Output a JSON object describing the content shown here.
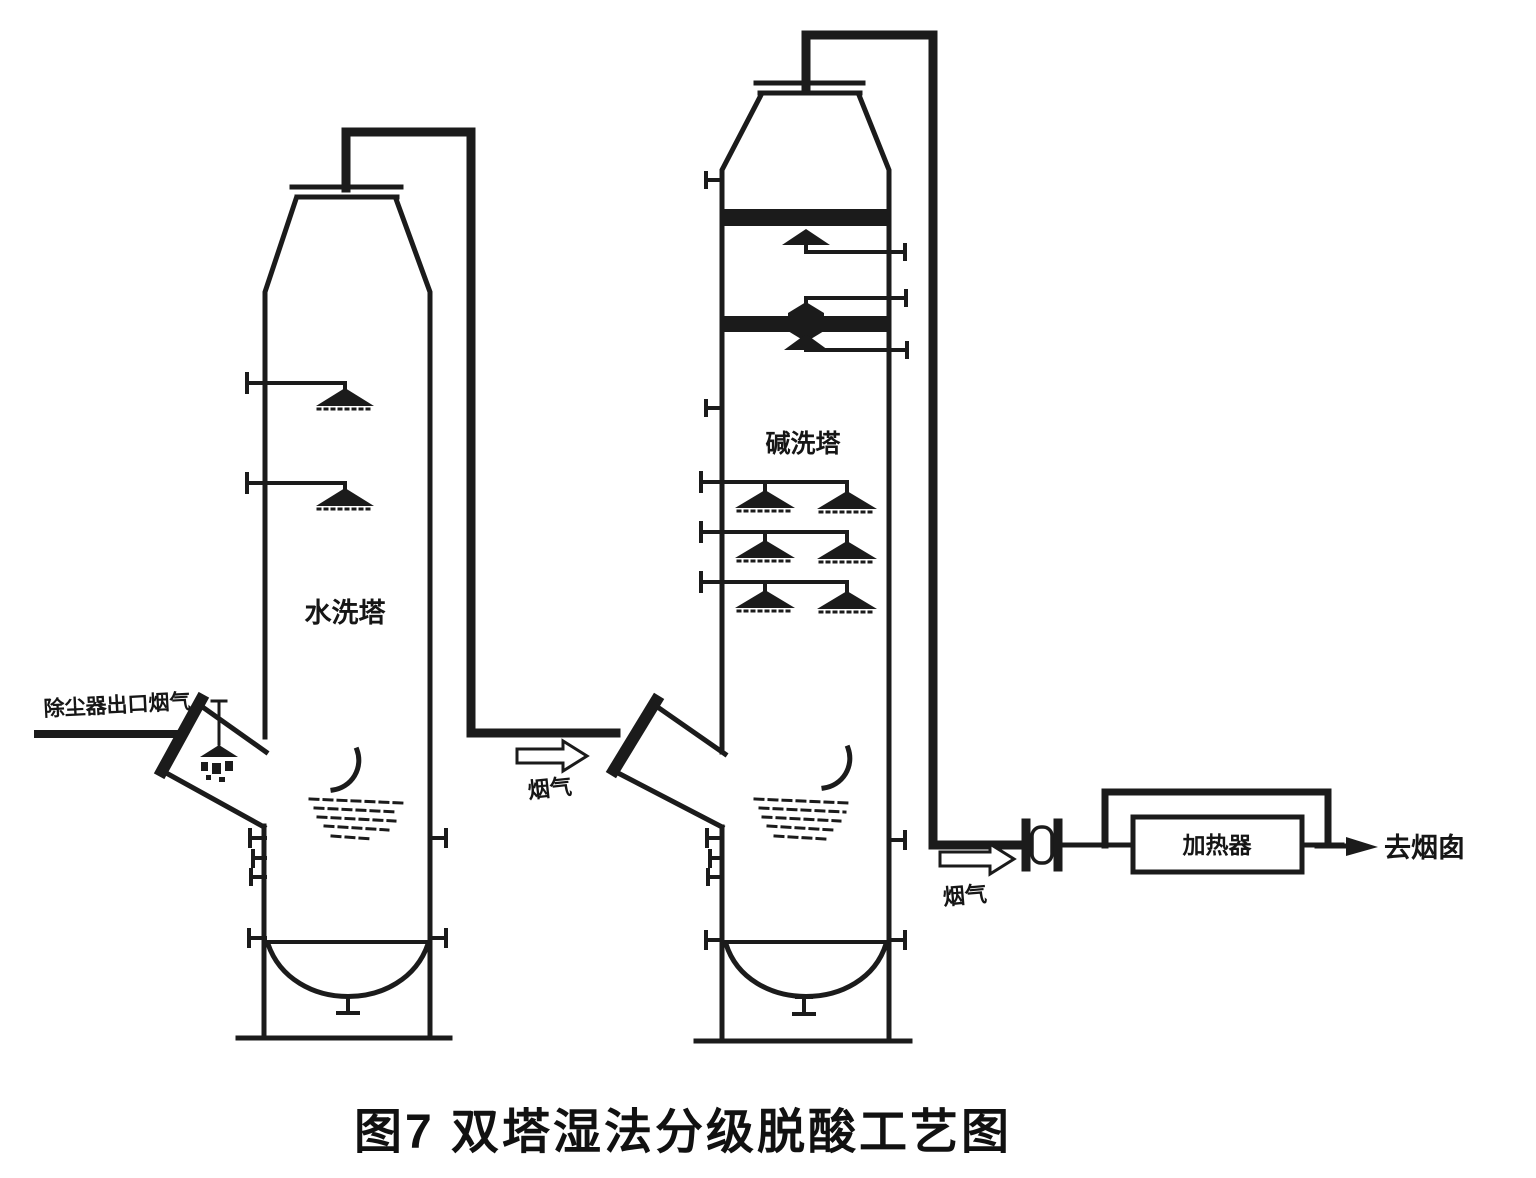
{
  "figure": {
    "caption": "图7 双塔湿法分级脱酸工艺图"
  },
  "diagram": {
    "inlet_label": "除尘器出口烟气",
    "towers": [
      {
        "name": "水洗塔"
      },
      {
        "name": "碱洗塔"
      }
    ],
    "flow_labels": {
      "between_towers": "烟气",
      "tower2_outlet": "烟气"
    },
    "heater_label": "加热器",
    "outlet_label": "去烟囱"
  },
  "colors": {
    "ink": "#1b1b1b",
    "background": "#ffffff"
  }
}
